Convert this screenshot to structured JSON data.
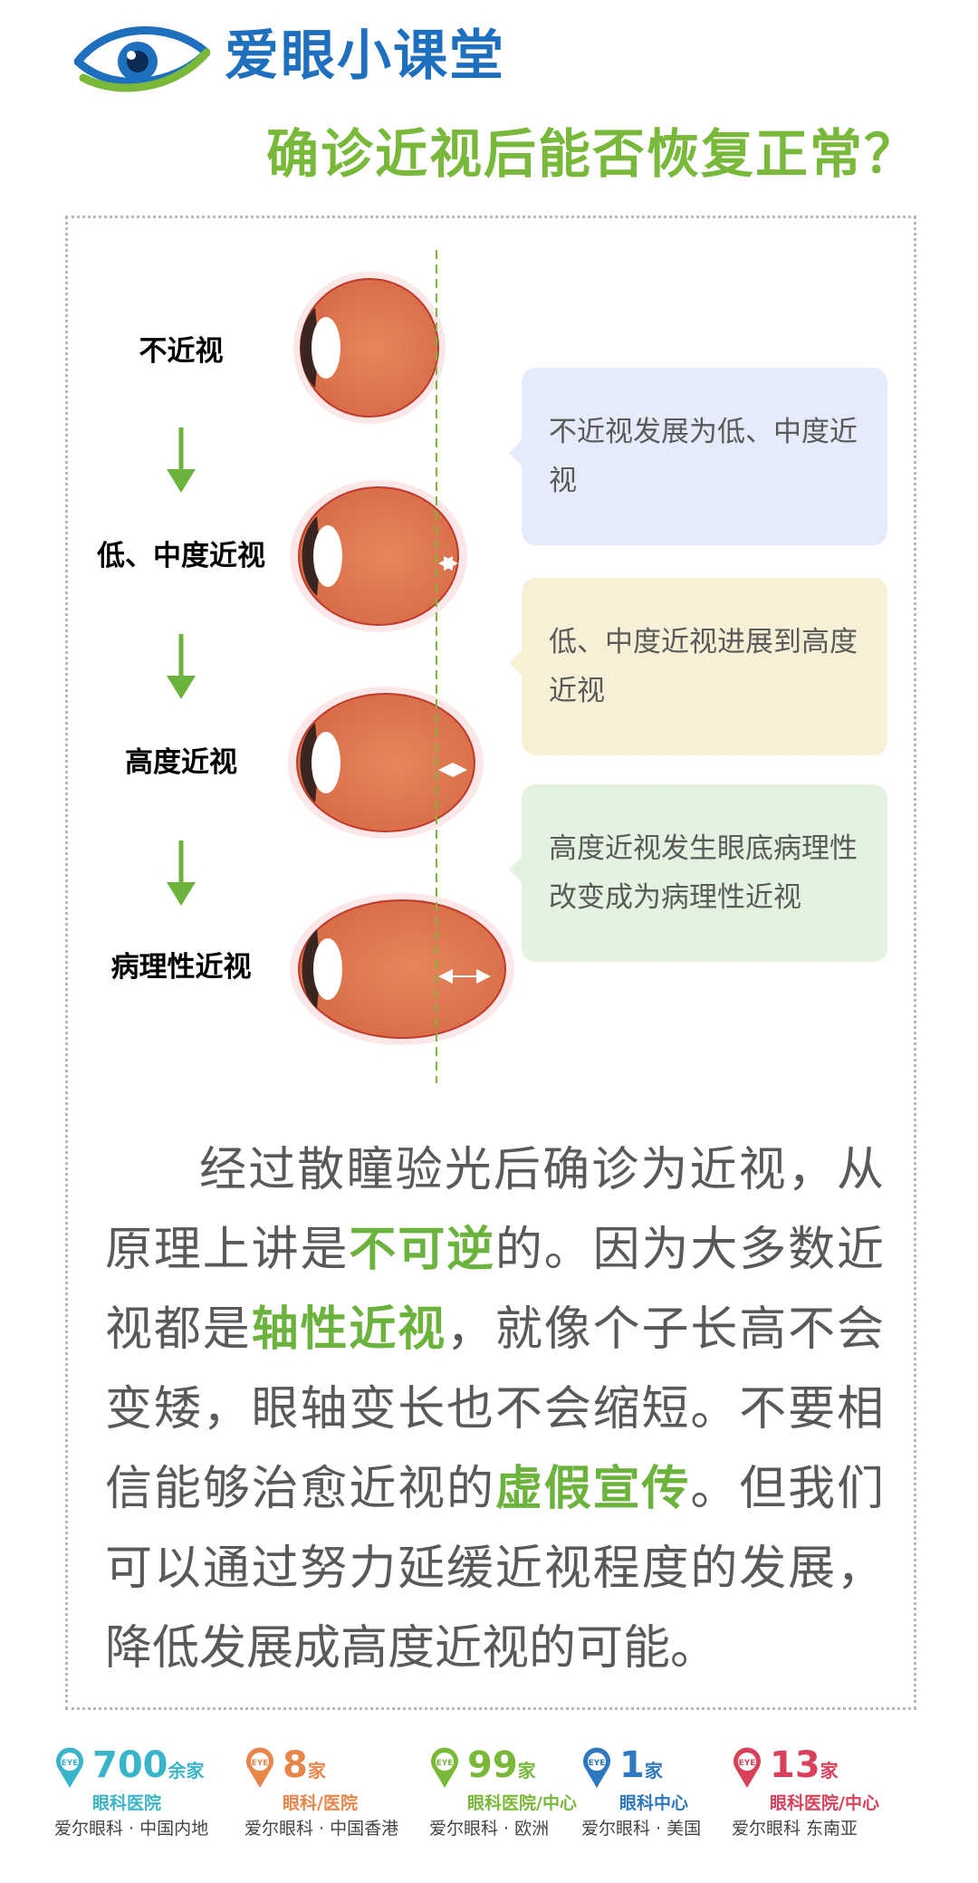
{
  "header": {
    "brand": "爱眼小课堂",
    "title": "确诊近视后能否恢复正常？"
  },
  "stages": [
    {
      "label": "不近视"
    },
    {
      "label": "低、中度近视"
    },
    {
      "label": "高度近视"
    },
    {
      "label": "病理性近视"
    }
  ],
  "callouts": [
    {
      "text": "不近视发展为低、中度近视"
    },
    {
      "text": "低、中度近视进展到高度近视"
    },
    {
      "text": "高度近视发生眼底病理性改变成为病理性近视"
    }
  ],
  "paragraph": {
    "p1": "经过散瞳验光后确诊为近视，从原理上讲是",
    "h1": "不可逆",
    "p2": "的。因为大多数近视都是",
    "h2": "轴性近视",
    "p3": "，就像个子长高不会变矮，眼轴变长也不会缩短。不要相信能够治愈近视的",
    "h3": "虚假宣传",
    "p4": "。但我们可以通过努力延缓近视程度的发展，降低发展成高度近视的可能。"
  },
  "footer": {
    "pin_text": "EYE",
    "stats": [
      {
        "number": "700",
        "unit": "余家",
        "type": "眼科医院",
        "region": "爱尔眼科 · 中国内地",
        "color": "#3ab4c8"
      },
      {
        "number": "8",
        "unit": "家",
        "type": "眼科/医院",
        "region": "爱尔眼科 · 中国香港",
        "color": "#e8864a"
      },
      {
        "number": "99",
        "unit": "家",
        "type": "眼科医院/中心",
        "region": "爱尔眼科 · 欧洲",
        "color": "#7ab83a"
      },
      {
        "number": "1",
        "unit": "家",
        "type": "眼科中心",
        "region": "爱尔眼科 · 美国",
        "color": "#2e78c0"
      },
      {
        "number": "13",
        "unit": "家",
        "type": "眼科医院/中心",
        "region": "爱尔眼科  东南亚",
        "color": "#d9415a"
      }
    ]
  },
  "colors": {
    "brand_blue": "#1f6fbf",
    "accent_green": "#7ab83a",
    "eye_orange": "#dd7a52"
  }
}
